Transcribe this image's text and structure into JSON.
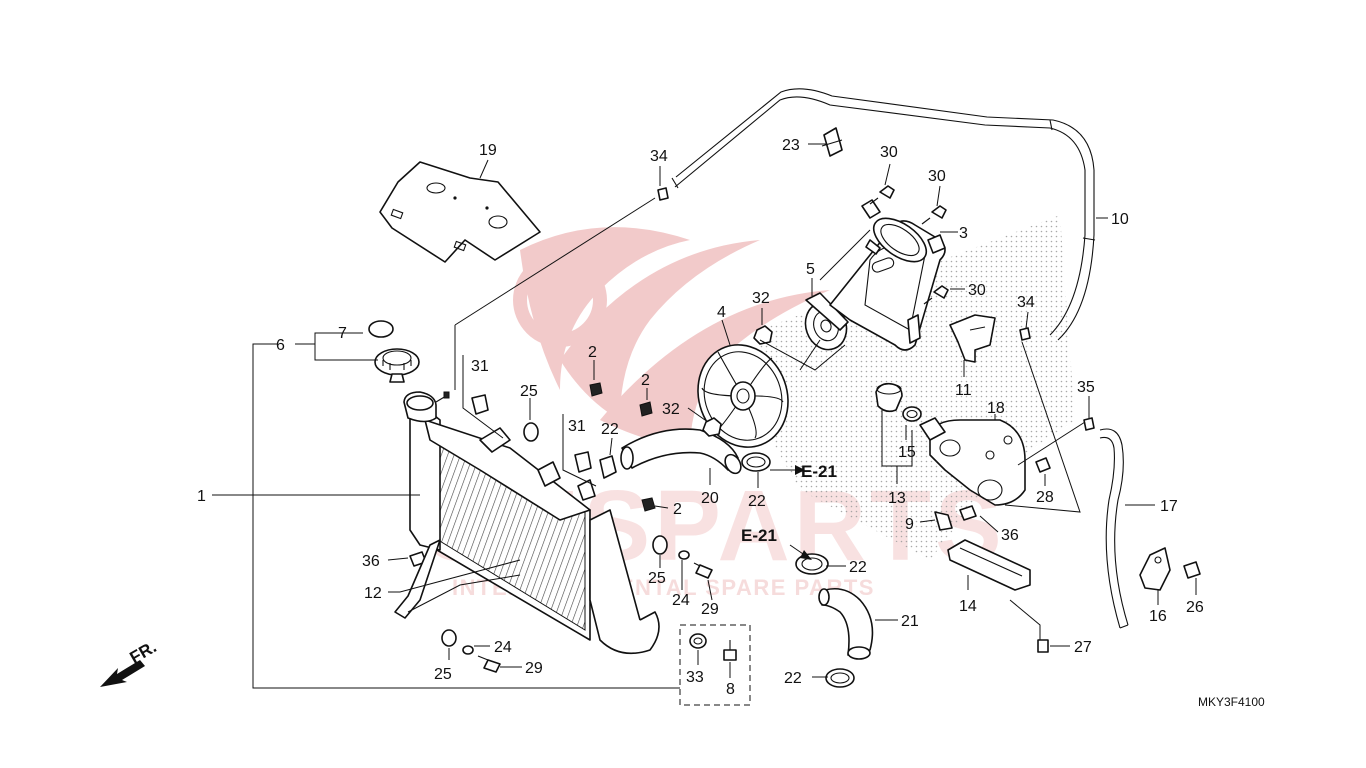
{
  "diagram": {
    "code": "MKY3F4100",
    "front_label": "FR.",
    "watermark": {
      "main": "CMSPARTS",
      "sub": "INTERCONTINENTAL SPARE PARTS"
    },
    "refs": {
      "e21_upper": "E-21",
      "e21_lower": "E-21"
    },
    "callouts": {
      "c1": "1",
      "c2a": "2",
      "c2b": "2",
      "c2c": "2",
      "c3": "3",
      "c4": "4",
      "c5": "5",
      "c6": "6",
      "c7": "7",
      "c8": "8",
      "c9": "9",
      "c10": "10",
      "c11": "11",
      "c12": "12",
      "c13": "13",
      "c14": "14",
      "c15": "15",
      "c16": "16",
      "c17": "17",
      "c18": "18",
      "c19": "19",
      "c20": "20",
      "c21": "21",
      "c22a": "22",
      "c22b": "22",
      "c22c": "22",
      "c22d": "22",
      "c23": "23",
      "c24a": "24",
      "c24b": "24",
      "c25a": "25",
      "c25b": "25",
      "c25c": "25",
      "c26": "26",
      "c27": "27",
      "c28": "28",
      "c29a": "29",
      "c29b": "29",
      "c30a": "30",
      "c30b": "30",
      "c30c": "30",
      "c31a": "31",
      "c31b": "31",
      "c32a": "32",
      "c32b": "32",
      "c33": "33",
      "c34a": "34",
      "c34b": "34",
      "c35": "35",
      "c36a": "36",
      "c36b": "36"
    }
  }
}
